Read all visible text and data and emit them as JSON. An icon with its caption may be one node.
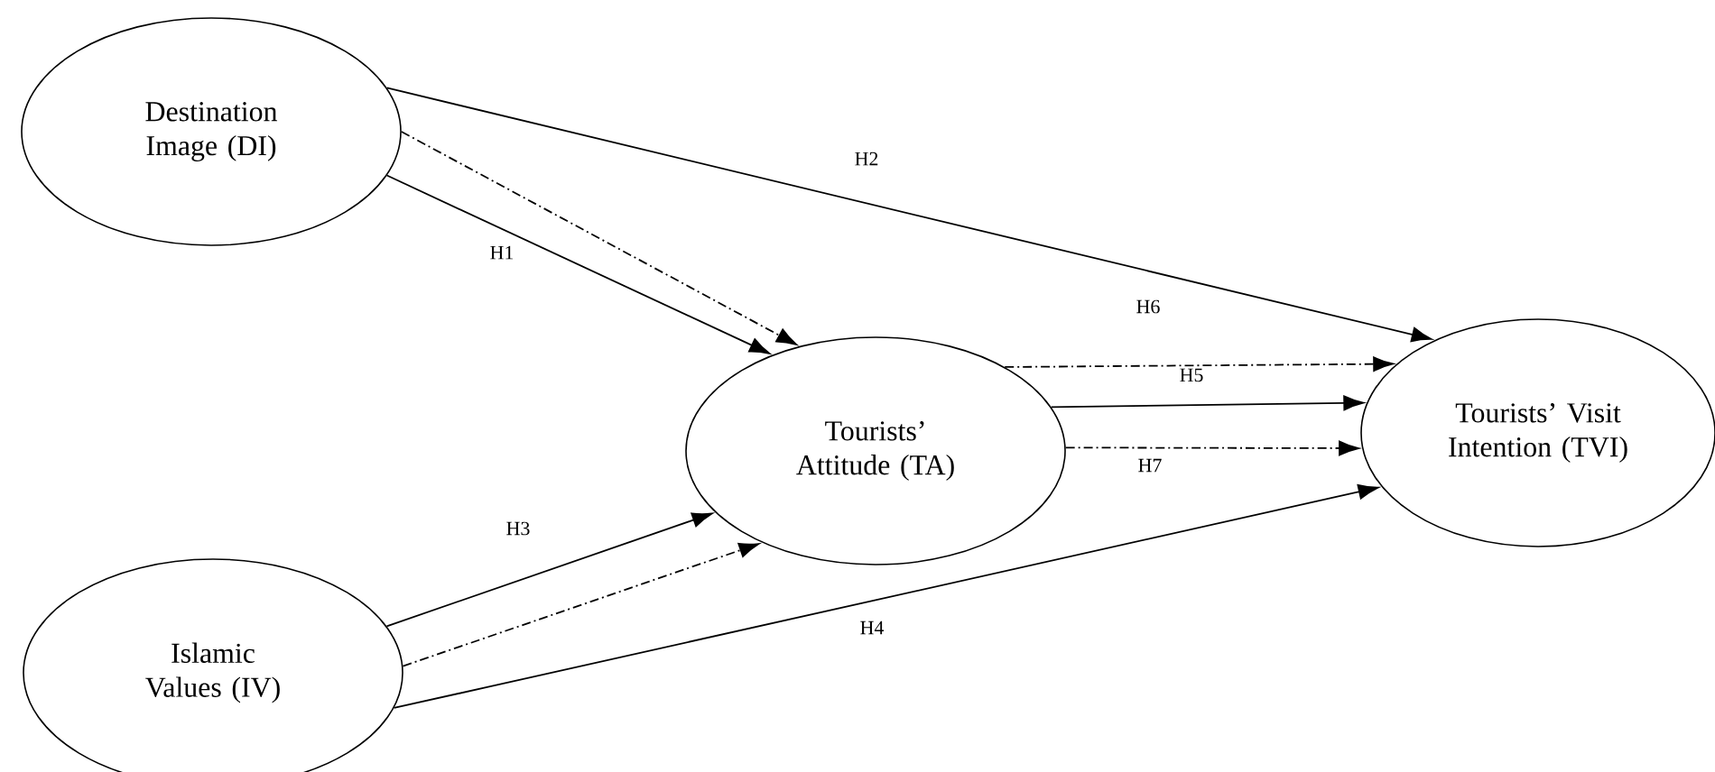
{
  "diagram": {
    "nodes": [
      {
        "text": [
          "Destination Image (DI)"
        ]
      },
      {
        "text": [
          "Tourists’ Attitude (TA)"
        ]
      },
      {
        "text": [
          "Tourists’ Visit Intention (TVI)"
        ]
      },
      {
        "text": [
          "Islamic Values (IV)"
        ]
      }
    ],
    "edges": [
      {
        "from": 0,
        "to": 2,
        "arrow": "to",
        "label": "H2"
      },
      {
        "from": 0,
        "to": 1,
        "arrow": "to",
        "style": "dashed"
      },
      {
        "from": 0,
        "to": 1,
        "arrow": "to",
        "label": "H1"
      },
      {
        "from": 3,
        "to": 1,
        "arrow": "to",
        "label": "H3"
      },
      {
        "from": 3,
        "to": 1,
        "arrow": "to",
        "style": "dashed"
      },
      {
        "from": 3,
        "to": 2,
        "arrow": "to",
        "label": "H4"
      },
      {
        "from": 1,
        "to": 2,
        "arrow": "to",
        "style": "dashed",
        "label": "H6"
      },
      {
        "from": 1,
        "to": 2,
        "arrow": "to",
        "label": "H5"
      },
      {
        "from": 1,
        "to": 2,
        "arrow": "to",
        "style": "dashed",
        "label": "H7"
      }
    ]
  }
}
